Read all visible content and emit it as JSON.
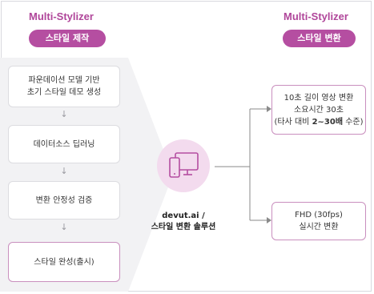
{
  "left": {
    "title": "Multi-Stylizer",
    "pill": "스타일 제작",
    "steps": [
      {
        "line1": "파운데이션 모델 기반",
        "line2": "초기 스타일 데모 생성"
      },
      {
        "line1": "데이터소스 딥러닝"
      },
      {
        "line1": "변환 안정성 검증"
      },
      {
        "line1": "스타일 완성(출시)"
      }
    ]
  },
  "center": {
    "label_line1": "devut.ai /",
    "label_line2": "스타일 변환 솔루션",
    "icon": "devices-icon"
  },
  "right": {
    "title": "Multi-Stylizer",
    "pill": "스타일 변환",
    "outputs": [
      {
        "line1": "10초 길이 영상 변환",
        "line2": "소요시간 30초",
        "line3_prefix": "(타사 대비 ",
        "line3_bold": "2~30배",
        "line3_suffix": " 수준)"
      },
      {
        "line1": "FHD (30fps)",
        "line2": "실시간 변환"
      }
    ]
  },
  "colors": {
    "accent": "#b54ea1",
    "title": "#b0469a",
    "panel": "#f2f2f4",
    "circle": "#f3dbee"
  }
}
